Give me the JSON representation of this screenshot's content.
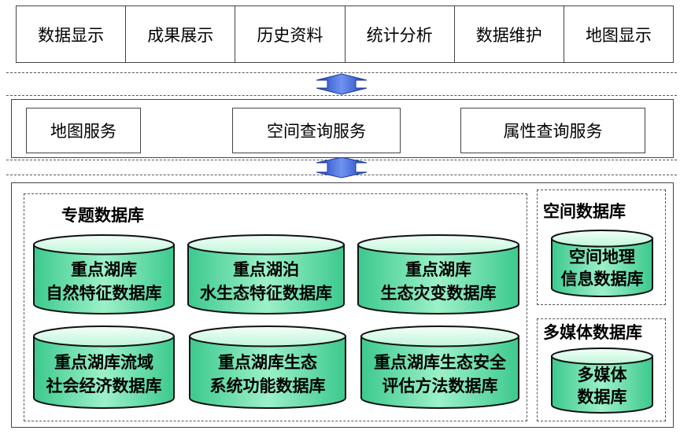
{
  "top_layer": {
    "items": [
      "数据显示",
      "成果展示",
      "历史资料",
      "统计分析",
      "数据维护",
      "地图显示"
    ]
  },
  "service_layer": {
    "map_service": "地图服务",
    "spatial_query": "空间查询服务",
    "attribute_query": "属性查询服务"
  },
  "data_layer": {
    "thematic": {
      "title": "专题数据库",
      "databases": [
        {
          "line1": "重点湖库",
          "line2": "自然特征数据库"
        },
        {
          "line1": "重点湖泊",
          "line2": "水生态特征数据库"
        },
        {
          "line1": "重点湖库",
          "line2": "生态灾变数据库"
        },
        {
          "line1": "重点湖库流域",
          "line2": "社会经济数据库"
        },
        {
          "line1": "重点湖库生态",
          "line2": "系统功能数据库"
        },
        {
          "line1": "重点湖库生态安全",
          "line2": "评估方法数据库"
        }
      ]
    },
    "spatial": {
      "title": "空间数据库",
      "db": {
        "line1": "空间地理",
        "line2": "信息数据库"
      }
    },
    "multimedia": {
      "title": "多媒体数据库",
      "db": {
        "line1": "多媒体",
        "line2": "数据库"
      }
    }
  },
  "colors": {
    "cylinder_light": "#e6fbf0",
    "cylinder_mid": "#7fe6b4",
    "cylinder_dark": "#2fc486",
    "arrow_blue": "#3b62d6"
  }
}
